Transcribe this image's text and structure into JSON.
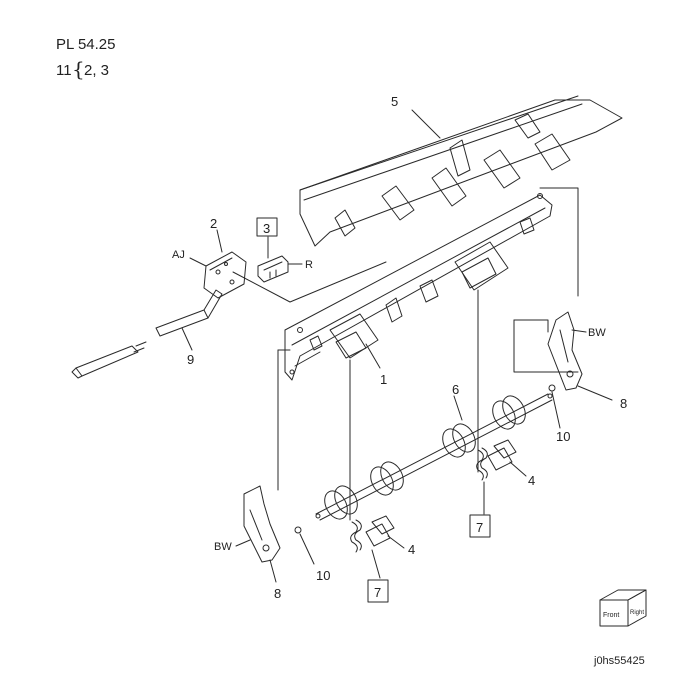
{
  "header": {
    "page_ref": "PL 54.25",
    "group_num": "11",
    "group_parts": "2, 3"
  },
  "callouts": {
    "p1": "1",
    "p2": "2",
    "p3": "3",
    "p4a": "4",
    "p4b": "4",
    "p5": "5",
    "p6": "6",
    "p7a": "7",
    "p7b": "7",
    "p8a": "8",
    "p8b": "8",
    "p9": "9",
    "p10a": "10",
    "p10b": "10"
  },
  "labels": {
    "aj": "AJ",
    "r": "R",
    "bw_right": "BW",
    "bw_left": "BW"
  },
  "orientation_cube": {
    "front": "Front",
    "right": "Right"
  },
  "image_id": "j0hs55425",
  "colors": {
    "line": "#2a2a2a",
    "background": "#ffffff"
  }
}
